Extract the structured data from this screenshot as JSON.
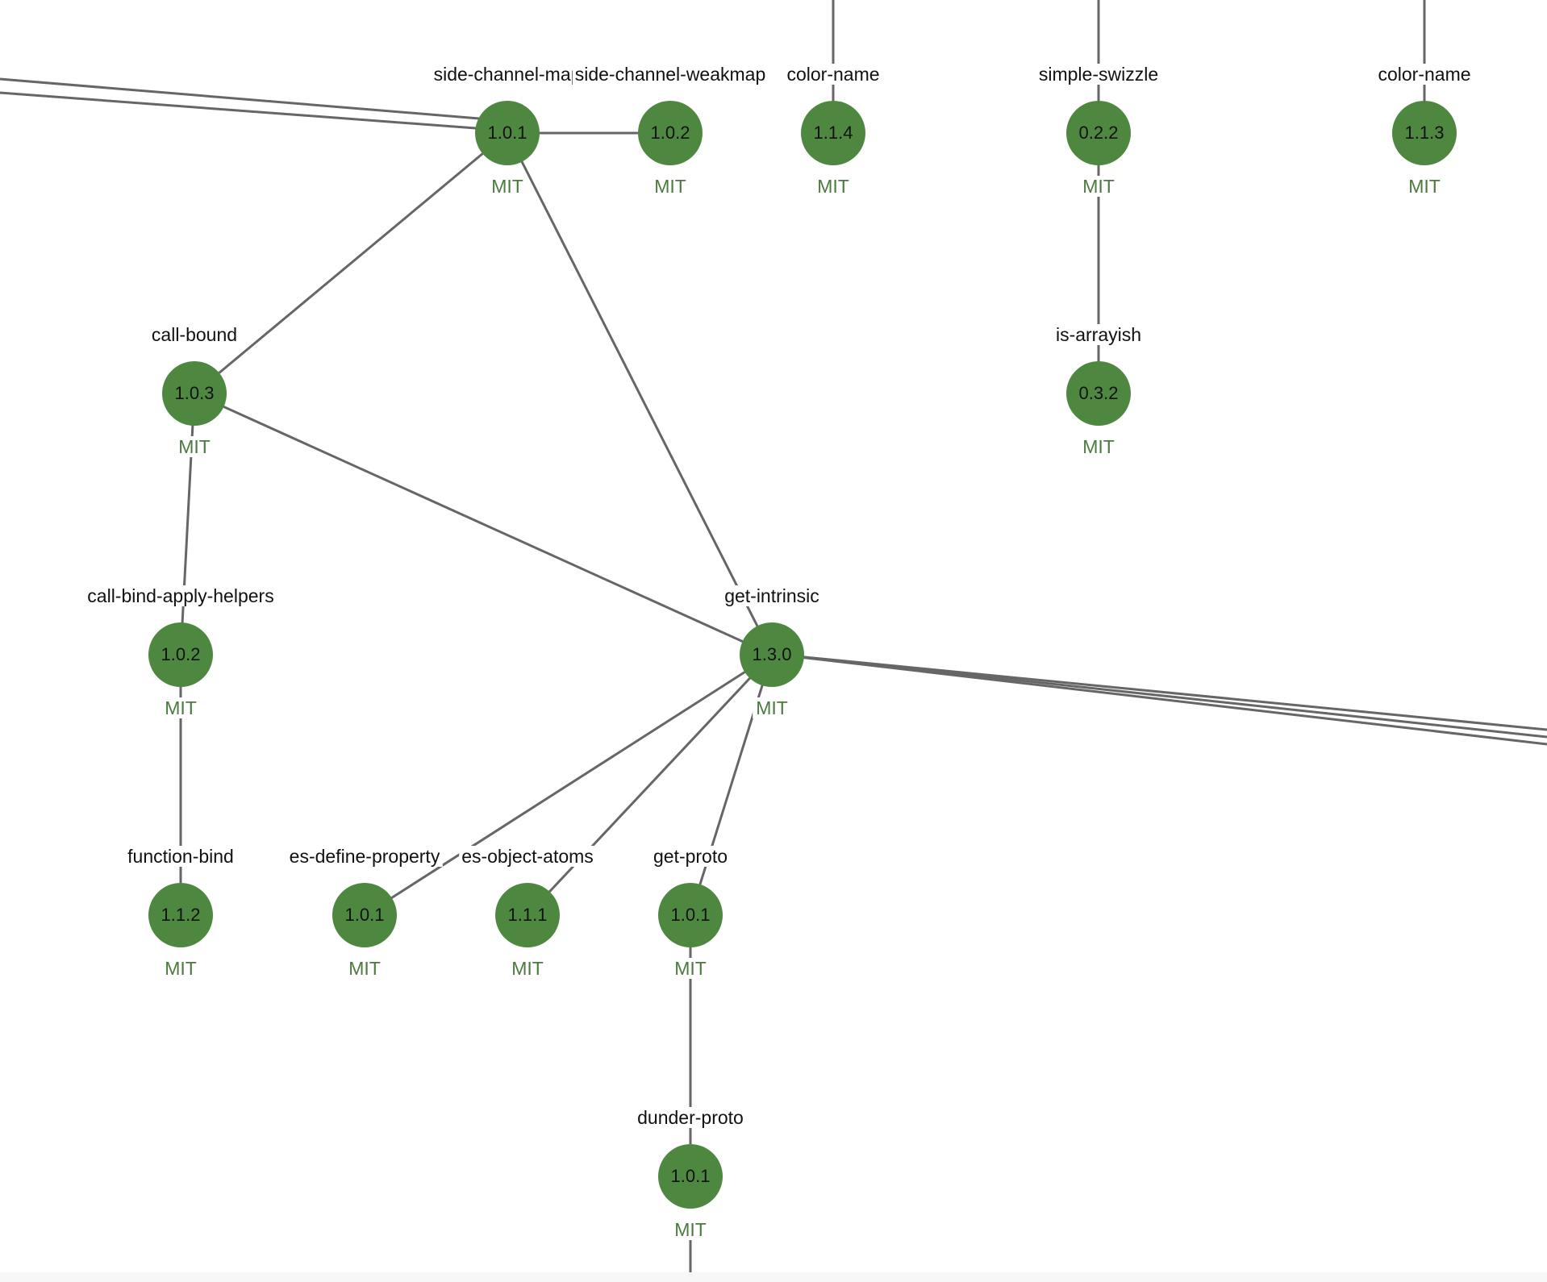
{
  "graph": {
    "colors": {
      "node_fill": "#4e8840",
      "edge": "#666666",
      "license_text": "#4a7a3d",
      "name_text": "#111111",
      "background": "#ffffff"
    },
    "nodes": [
      {
        "id": "side-channel-map",
        "name": "side-channel-map",
        "version": "1.0.1",
        "license": "MIT"
      },
      {
        "id": "side-channel-weakmap",
        "name": "side-channel-weakmap",
        "version": "1.0.2",
        "license": "MIT"
      },
      {
        "id": "color-name-114",
        "name": "color-name",
        "version": "1.1.4",
        "license": "MIT"
      },
      {
        "id": "simple-swizzle",
        "name": "simple-swizzle",
        "version": "0.2.2",
        "license": "MIT"
      },
      {
        "id": "color-name-113",
        "name": "color-name",
        "version": "1.1.3",
        "license": "MIT"
      },
      {
        "id": "call-bound",
        "name": "call-bound",
        "version": "1.0.3",
        "license": "MIT"
      },
      {
        "id": "is-arrayish",
        "name": "is-arrayish",
        "version": "0.3.2",
        "license": "MIT"
      },
      {
        "id": "call-bind-apply-helpers",
        "name": "call-bind-apply-helpers",
        "version": "1.0.2",
        "license": "MIT"
      },
      {
        "id": "get-intrinsic",
        "name": "get-intrinsic",
        "version": "1.3.0",
        "license": "MIT"
      },
      {
        "id": "function-bind",
        "name": "function-bind",
        "version": "1.1.2",
        "license": "MIT"
      },
      {
        "id": "es-define-property",
        "name": "es-define-property",
        "version": "1.0.1",
        "license": "MIT"
      },
      {
        "id": "es-object-atoms",
        "name": "es-object-atoms",
        "version": "1.1.1",
        "license": "MIT"
      },
      {
        "id": "get-proto",
        "name": "get-proto",
        "version": "1.0.1",
        "license": "MIT"
      },
      {
        "id": "dunder-proto",
        "name": "dunder-proto",
        "version": "1.0.1",
        "license": "MIT"
      }
    ],
    "edges": [
      [
        "side-channel-map",
        "call-bound"
      ],
      [
        "side-channel-map",
        "get-intrinsic"
      ],
      [
        "side-channel-map",
        "side-channel-weakmap"
      ],
      [
        "simple-swizzle",
        "is-arrayish"
      ],
      [
        "call-bound",
        "call-bind-apply-helpers"
      ],
      [
        "call-bound",
        "get-intrinsic"
      ],
      [
        "call-bind-apply-helpers",
        "function-bind"
      ],
      [
        "get-intrinsic",
        "es-define-property"
      ],
      [
        "get-intrinsic",
        "es-object-atoms"
      ],
      [
        "get-intrinsic",
        "get-proto"
      ],
      [
        "get-proto",
        "dunder-proto"
      ]
    ]
  }
}
